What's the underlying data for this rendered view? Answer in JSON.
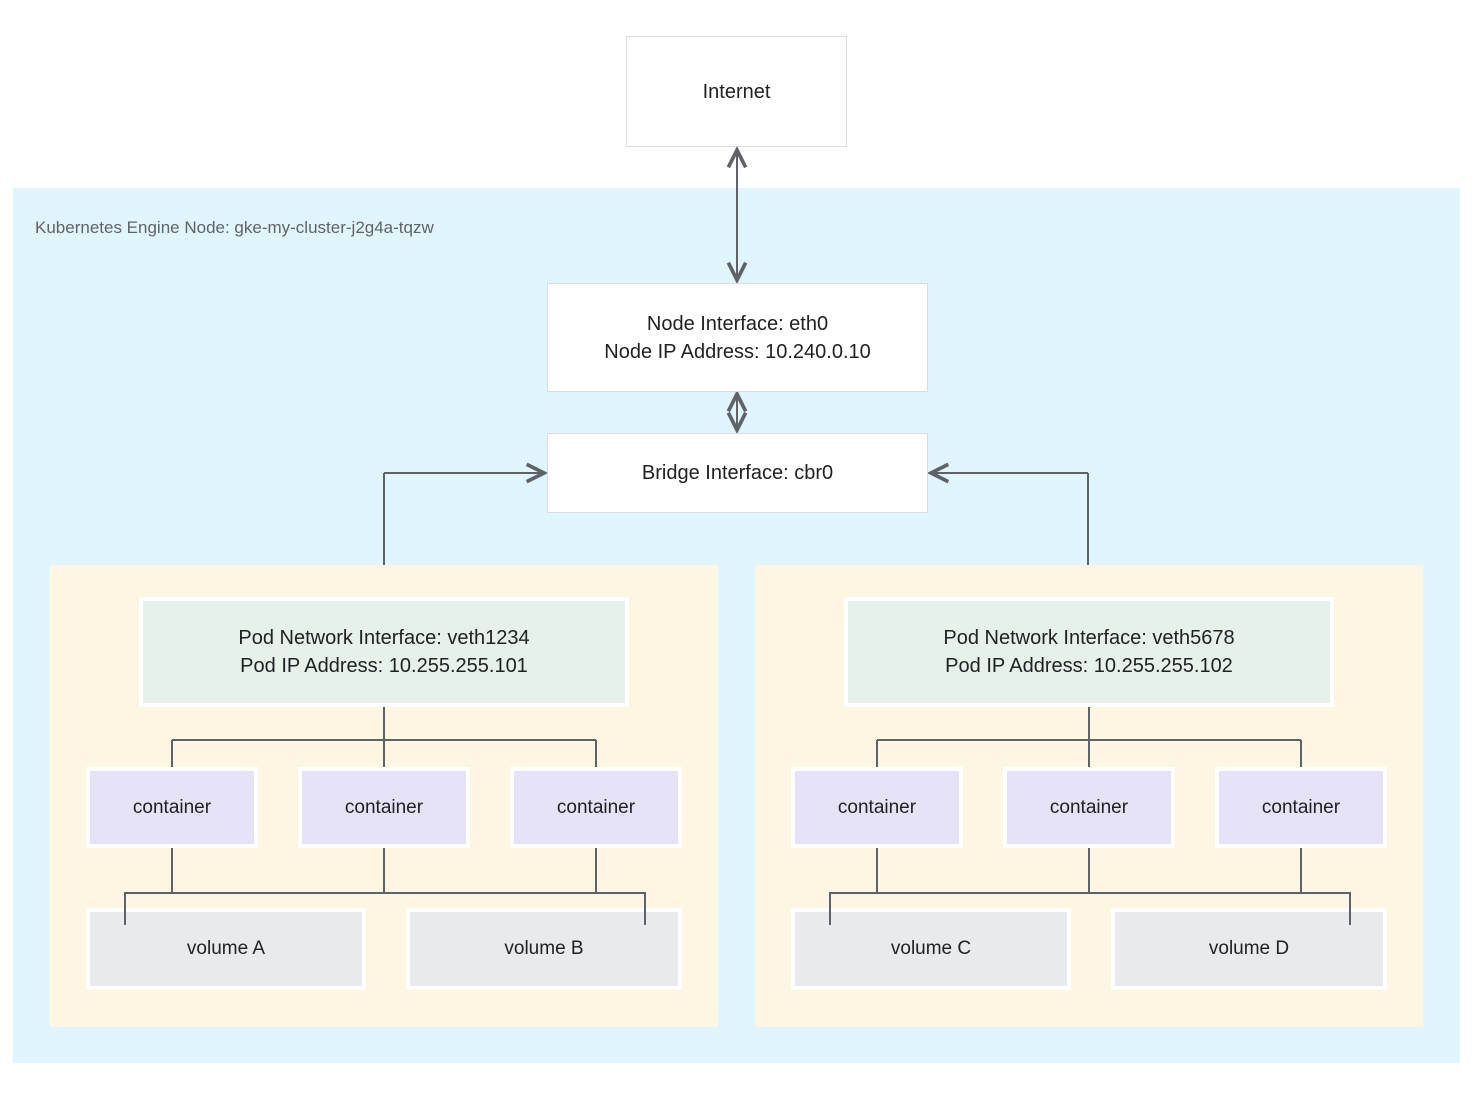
{
  "internet": {
    "label": "Internet"
  },
  "node": {
    "label": "Kubernetes Engine Node: gke-my-cluster-j2g4a-tqzw",
    "node_interface": {
      "line1": "Node Interface: eth0",
      "line2": "Node IP Address: 10.240.0.10"
    },
    "bridge_interface": {
      "label": "Bridge Interface: cbr0"
    },
    "pods": [
      {
        "network_interface": {
          "line1": "Pod Network Interface: veth1234",
          "line2": "Pod IP Address: 10.255.255.101"
        },
        "containers": [
          "container",
          "container",
          "container"
        ],
        "volumes": [
          "volume A",
          "volume B"
        ]
      },
      {
        "network_interface": {
          "line1": "Pod Network Interface: veth5678",
          "line2": "Pod IP Address: 10.255.255.102"
        },
        "containers": [
          "container",
          "container",
          "container"
        ],
        "volumes": [
          "volume C",
          "volume D"
        ]
      }
    ]
  },
  "colors": {
    "node-bg": "#E1F5FE",
    "pod-bg": "#FDF6E2",
    "interface-bg": "#E5F1E9",
    "container-bg": "#E7E3F7",
    "volume-bg": "#E8EAED",
    "box-border": "#DADCE0",
    "line": "#5F6368",
    "text": "#202124",
    "label-text": "#5F6368"
  }
}
